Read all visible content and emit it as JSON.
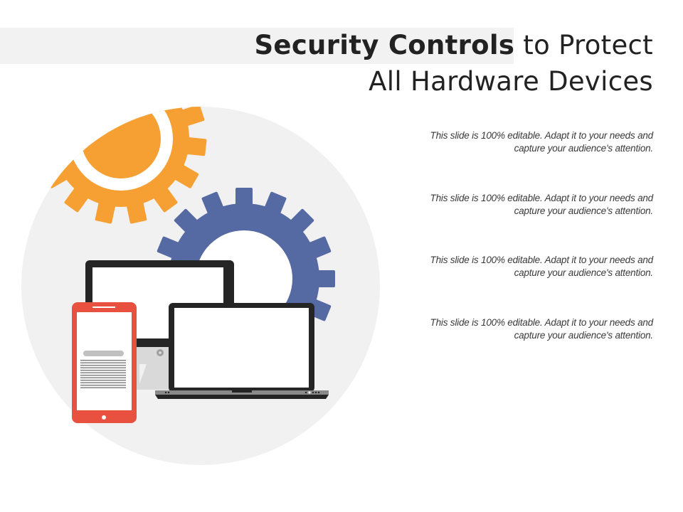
{
  "slide": {
    "title": {
      "bold": "Security Controls",
      "rest": " to Protect",
      "line2": "All Hardware Devices"
    },
    "notes": [
      {
        "line1": "This slide is 100% editable. Adapt it to your needs and",
        "line2": "capture your audience's attention."
      },
      {
        "line1": "This slide is 100% editable. Adapt it to your needs and",
        "line2": "capture your audience's attention."
      },
      {
        "line1": "This slide is 100% editable. Adapt it to your needs and",
        "line2": "capture your audience's attention."
      },
      {
        "line1": "This slide is 100% editable. Adapt it to your needs and",
        "line2": "capture your audience's attention."
      }
    ],
    "illustration": {
      "icons": [
        "orange-gear-icon",
        "blue-gear-icon",
        "desktop-monitor-icon",
        "laptop-icon",
        "smartphone-icon"
      ],
      "colors": {
        "circle": "#f1f1f1",
        "orange_gear": "#f6a033",
        "blue_gear": "#5569a3",
        "phone": "#e8503f",
        "device_frame": "#252525",
        "screen": "#ffffff"
      }
    }
  }
}
